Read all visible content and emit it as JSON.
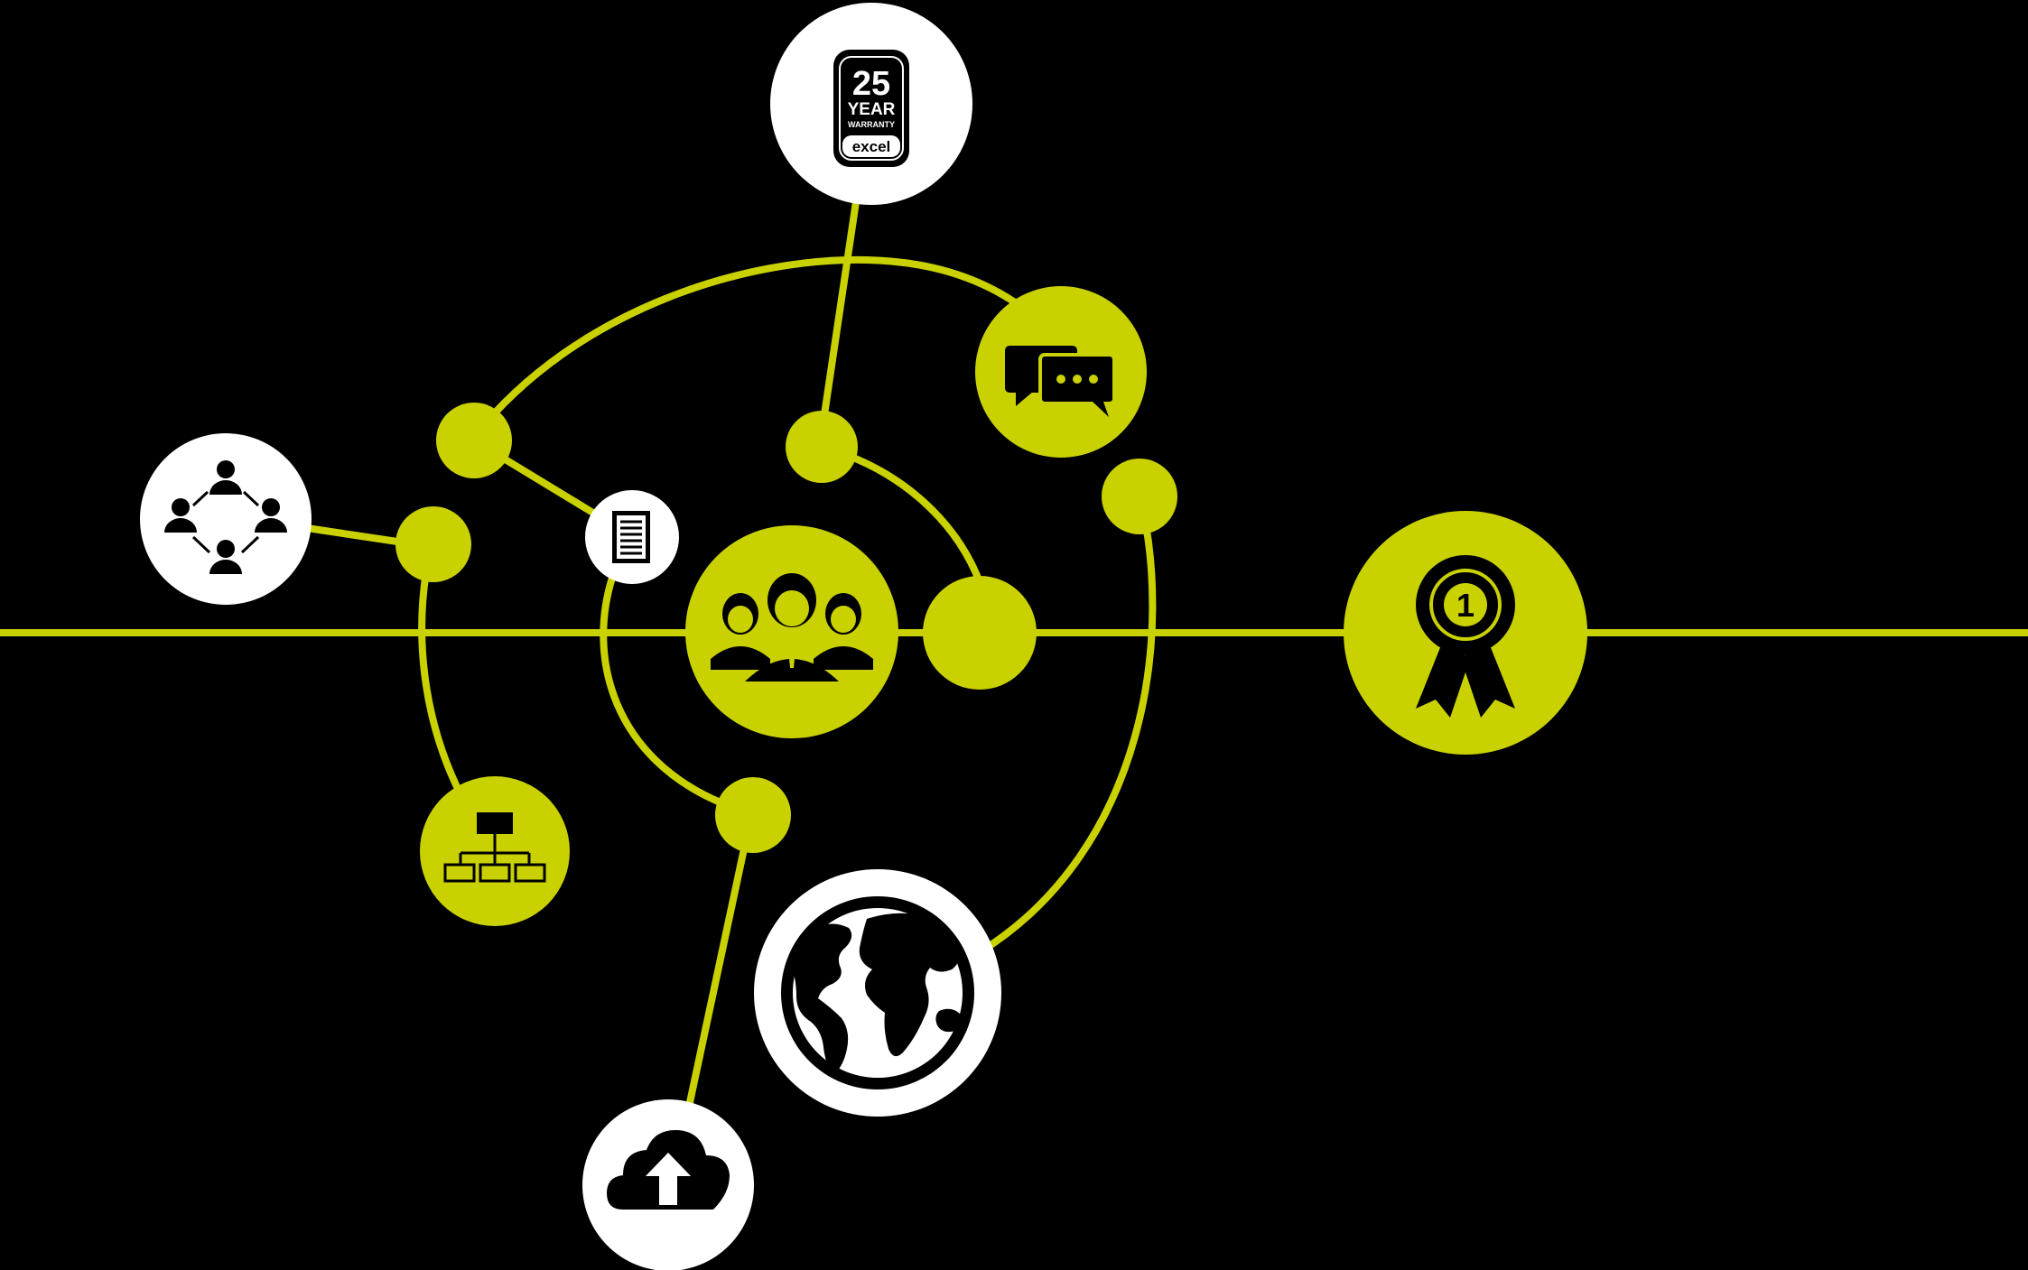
{
  "colors": {
    "background": "#000000",
    "accent": "#c9d100",
    "white": "#ffffff",
    "ink": "#000000"
  },
  "nodes": [
    {
      "id": "warranty",
      "icon": "warranty-badge-icon",
      "fill": "white"
    },
    {
      "id": "chat",
      "icon": "chat-bubbles-icon",
      "fill": "accent"
    },
    {
      "id": "network",
      "icon": "people-network-icon",
      "fill": "white"
    },
    {
      "id": "document",
      "icon": "document-icon",
      "fill": "white"
    },
    {
      "id": "team",
      "icon": "team-icon",
      "fill": "accent"
    },
    {
      "id": "award",
      "icon": "award-ribbon-icon",
      "fill": "accent"
    },
    {
      "id": "hierarchy",
      "icon": "hierarchy-icon",
      "fill": "accent"
    },
    {
      "id": "globe",
      "icon": "globe-icon",
      "fill": "white"
    },
    {
      "id": "cloud",
      "icon": "cloud-upload-icon",
      "fill": "white"
    }
  ],
  "warranty_badge": {
    "years": "25",
    "unit": "YEAR",
    "word": "WARRANTY",
    "brand": "excel"
  },
  "award_badge": {
    "rank": "1"
  }
}
